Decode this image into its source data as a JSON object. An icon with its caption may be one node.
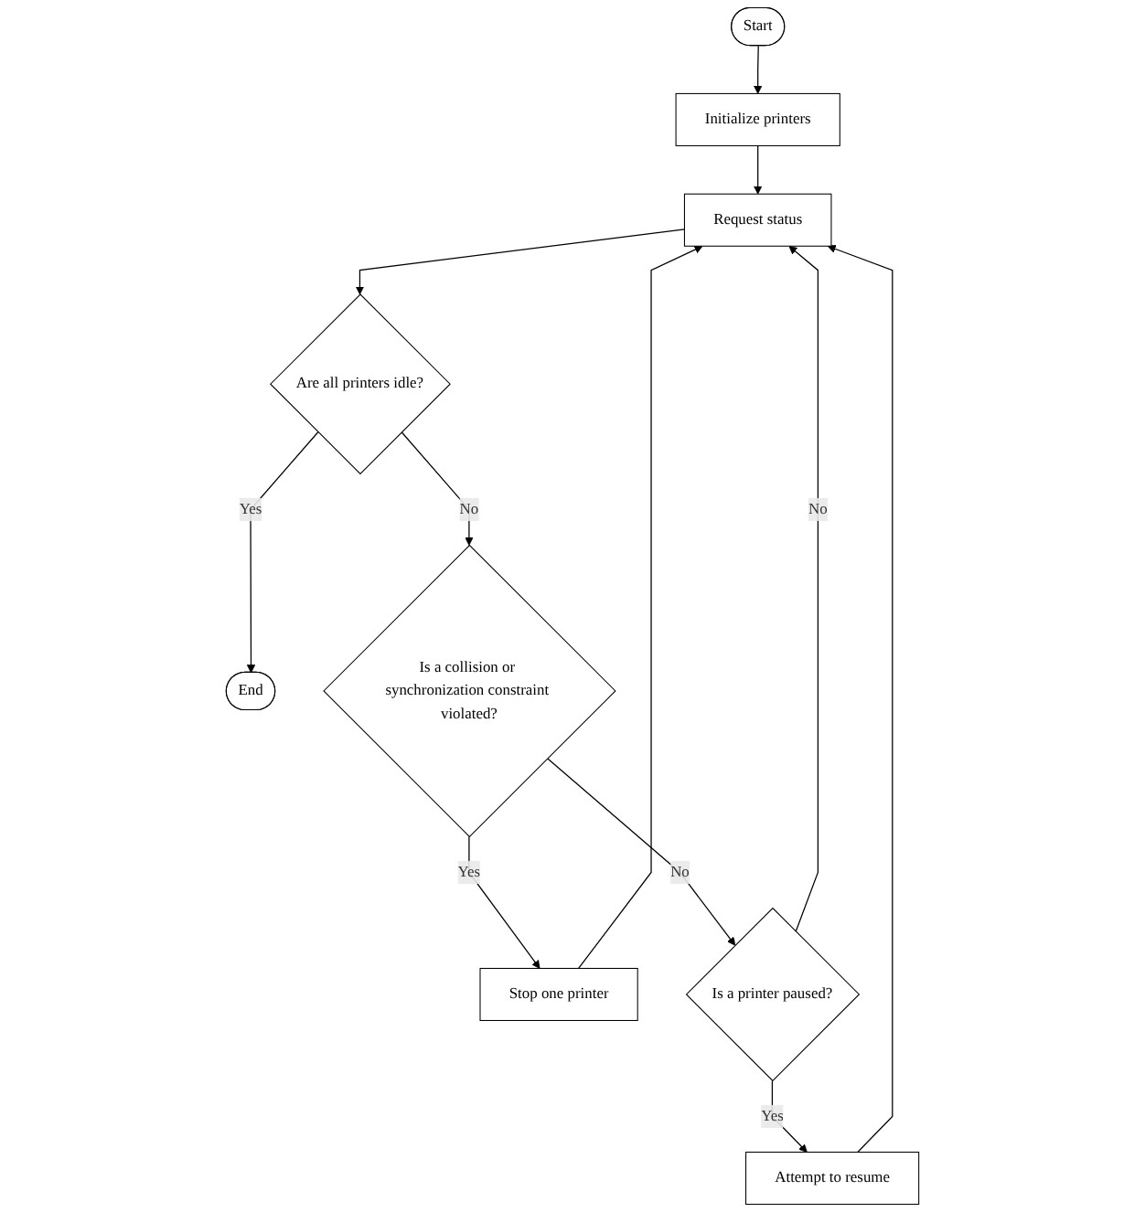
{
  "diagram": {
    "nodes": [
      {
        "text": [
          "Start"
        ]
      },
      {
        "text": [
          "Initialize printers"
        ]
      },
      {
        "text": [
          "Request status"
        ]
      },
      {
        "text": [
          "Are all printers idle?"
        ]
      },
      {
        "text": [
          "End"
        ]
      },
      {
        "text": [
          "Is a collision or synchronization constraint violated?"
        ]
      },
      {
        "text": [
          "Stop one printer"
        ]
      },
      {
        "text": [
          "Is a printer paused?"
        ]
      },
      {
        "text": [
          "Attempt to resume"
        ]
      }
    ],
    "edges": [
      {
        "from": 0,
        "to": 1,
        "arrow": "to"
      },
      {
        "from": 1,
        "to": 2,
        "arrow": "to"
      },
      {
        "from": 2,
        "to": 3,
        "arrow": "to"
      },
      {
        "from": 3,
        "to": 4,
        "arrow": "to",
        "label": "Yes"
      },
      {
        "from": 3,
        "to": 5,
        "arrow": "to",
        "label": "No"
      },
      {
        "from": 5,
        "to": 6,
        "arrow": "to",
        "label": "Yes"
      },
      {
        "from": 5,
        "to": 7,
        "arrow": "to",
        "label": "No"
      },
      {
        "from": 7,
        "to": 8,
        "arrow": "to",
        "label": "Yes"
      },
      {
        "from": 7,
        "to": 2,
        "arrow": "to",
        "label": "No"
      },
      {
        "from": 6,
        "to": 2,
        "arrow": "to"
      },
      {
        "from": 8,
        "to": 2,
        "arrow": "to"
      }
    ]
  }
}
